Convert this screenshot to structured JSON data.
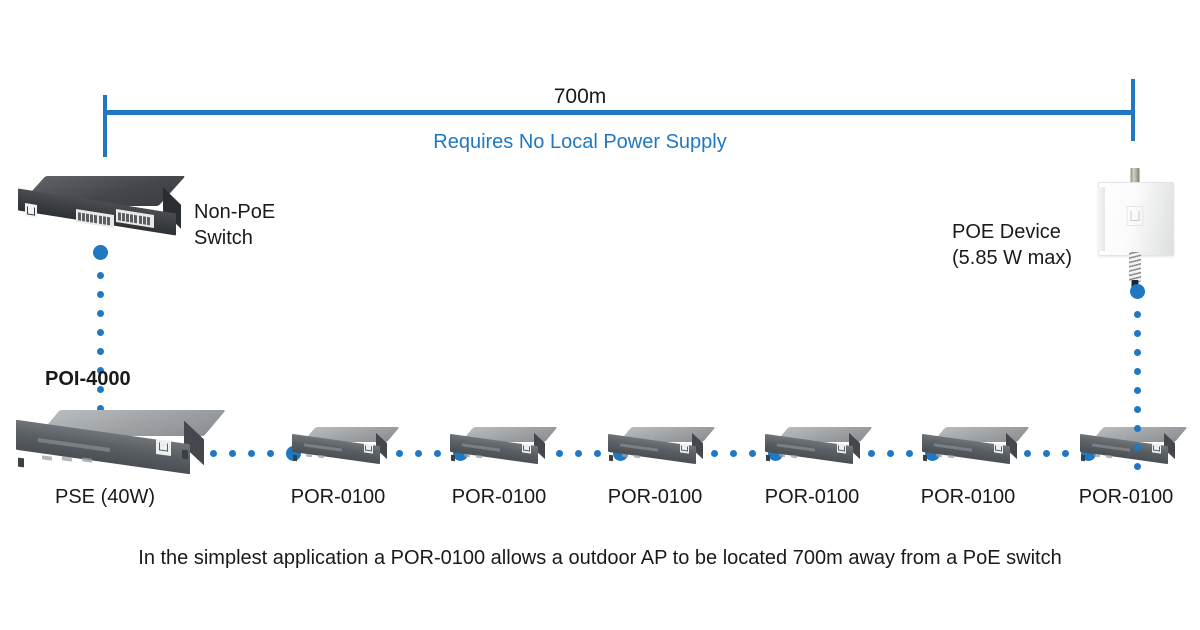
{
  "diagram": {
    "title_caption": "In the simplest application a POR-0100 allows a outdoor AP to be located 700m away from a PoE switch",
    "accent_color": "#1f78c1",
    "text_color": "#1a1a1a"
  },
  "span": {
    "distance_label": "700m",
    "subtitle": "Requires No Local Power Supply"
  },
  "devices": {
    "switch": {
      "label_line1": "Non-PoE",
      "label_line2": "Switch",
      "icon": "rack-switch-icon"
    },
    "injector": {
      "model_label": "POI-4000",
      "role_label": "PSE (40W)",
      "icon": "poe-injector-icon"
    },
    "ap": {
      "label_line1": "POE Device",
      "label_line2": "(5.85 W max)",
      "icon": "outdoor-access-point-icon"
    },
    "repeaters": [
      {
        "label": "POR-0100"
      },
      {
        "label": "POR-0100"
      },
      {
        "label": "POR-0100"
      },
      {
        "label": "POR-0100"
      },
      {
        "label": "POR-0100"
      },
      {
        "label": "POR-0100"
      }
    ]
  }
}
